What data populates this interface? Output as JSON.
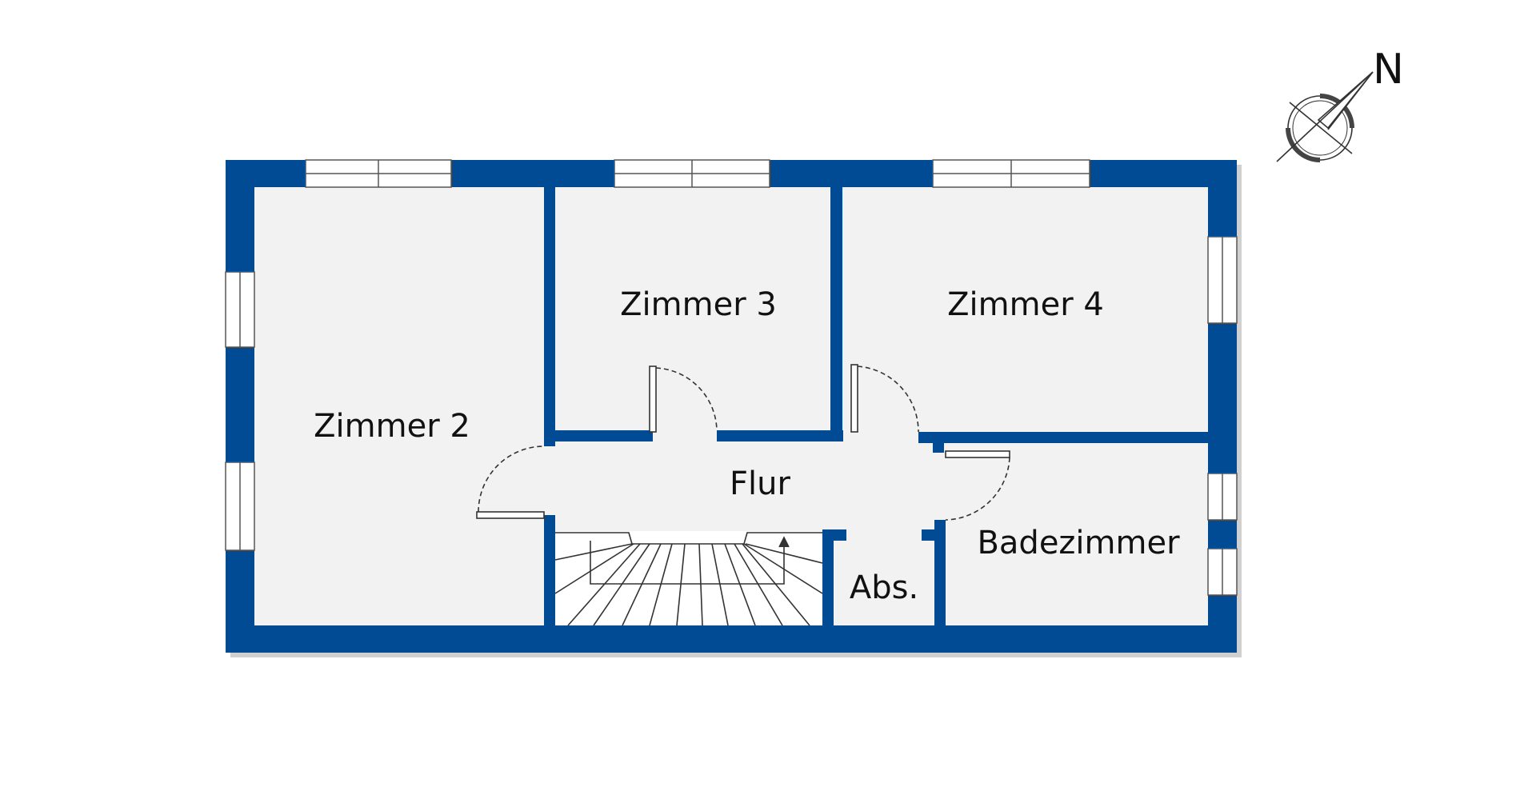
{
  "colors": {
    "wall": "#004b93",
    "floor": "#f2f2f2",
    "window": "#ffffff",
    "line": "#111111",
    "shadow": "#c8c8c8"
  },
  "rooms": {
    "zimmer2": "Zimmer 2",
    "zimmer3": "Zimmer 3",
    "zimmer4": "Zimmer 4",
    "flur": "Flur",
    "abs": "Abs.",
    "badezimmer": "Badezimmer"
  },
  "compass": {
    "label": "N",
    "icon": "north-arrow-icon"
  },
  "stairs": {
    "icon": "stair-direction-arrow-icon"
  }
}
